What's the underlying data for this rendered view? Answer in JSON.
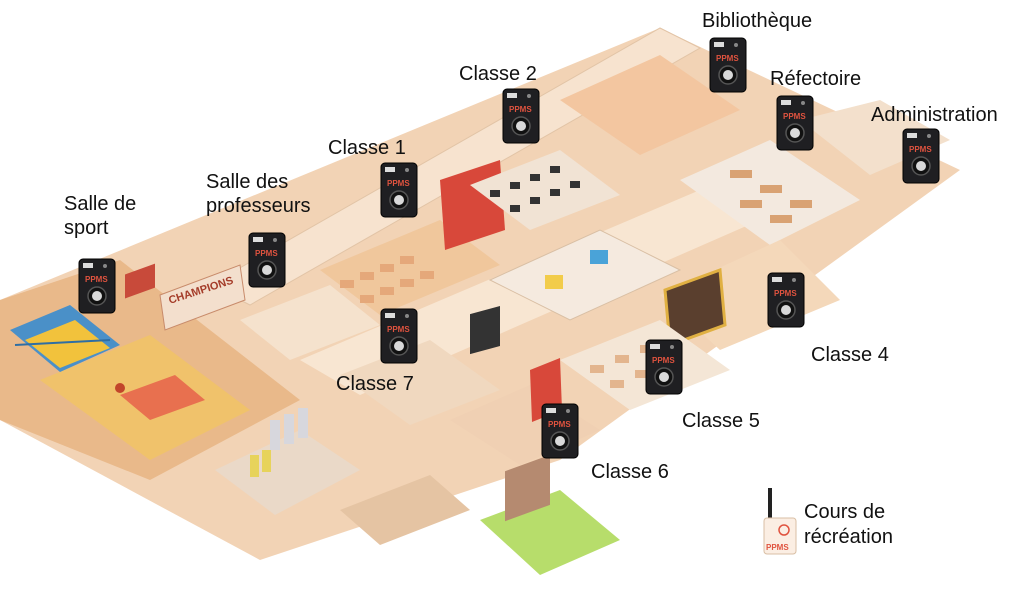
{
  "device_model": "PPMS",
  "device_icon": "wall-mounted-alert-box-icon",
  "outdoor_device_icon": "outdoor-antenna-alert-box-icon",
  "colors": {
    "device_body": "#1f1f22",
    "device_label": "#e0533f",
    "floor": "#f2d3b5",
    "wall": "#f7e3cf",
    "court": "#f0c26b",
    "green_zone": "#b7dd6b"
  },
  "rooms": {
    "gym": {
      "line1": "Salle de",
      "line2": "sport"
    },
    "teachers": {
      "line1": "Salle des",
      "line2": "professeurs"
    },
    "class1": {
      "label": "Classe 1"
    },
    "class2": {
      "label": "Classe 2"
    },
    "library": {
      "label": "Bibliothèque"
    },
    "canteen": {
      "label": "Réfectoire"
    },
    "admin": {
      "label": "Administration"
    },
    "class4": {
      "label": "Classe 4"
    },
    "class5": {
      "label": "Classe 5"
    },
    "class6": {
      "label": "Classe 6"
    },
    "class7": {
      "label": "Classe 7"
    }
  },
  "sign": {
    "text": "CHAMPIONS"
  },
  "legend": {
    "line1": "Cours de",
    "line2": "récréation"
  }
}
